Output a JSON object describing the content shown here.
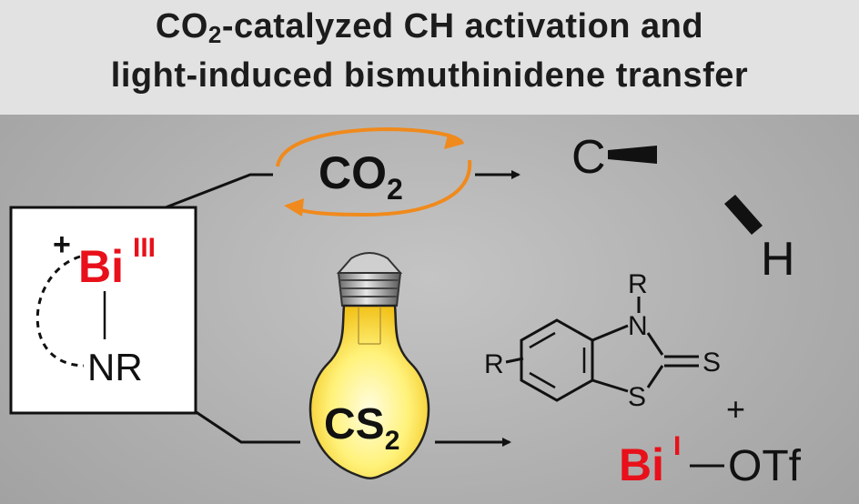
{
  "title": {
    "line1_pre": "CO",
    "line1_sub": "2",
    "line1_post": "-catalyzed CH activation and",
    "line2": "light-induced bismuthinidene transfer"
  },
  "complex": {
    "charge": "+",
    "metal": "Bi",
    "oxidation_state": "III",
    "amine": "NR"
  },
  "co2_cycle": {
    "main": "CO",
    "sub": "2"
  },
  "ch_activation": {
    "carbon": "C",
    "hydrogen": "H"
  },
  "bulb": {
    "main": "CS",
    "sub": "2"
  },
  "product": {
    "r_substituent": "R",
    "n_substituent": "R",
    "n": "N",
    "s_ring": "S",
    "s_exo": "S",
    "plus": "+",
    "bi": "Bi",
    "bi_oxidation_state": "I",
    "otf": "OTf"
  },
  "colors": {
    "bismuth_red": "#e8101a",
    "cycle_orange": "#f08a1c",
    "bulb_yellow": "#fff27a"
  }
}
